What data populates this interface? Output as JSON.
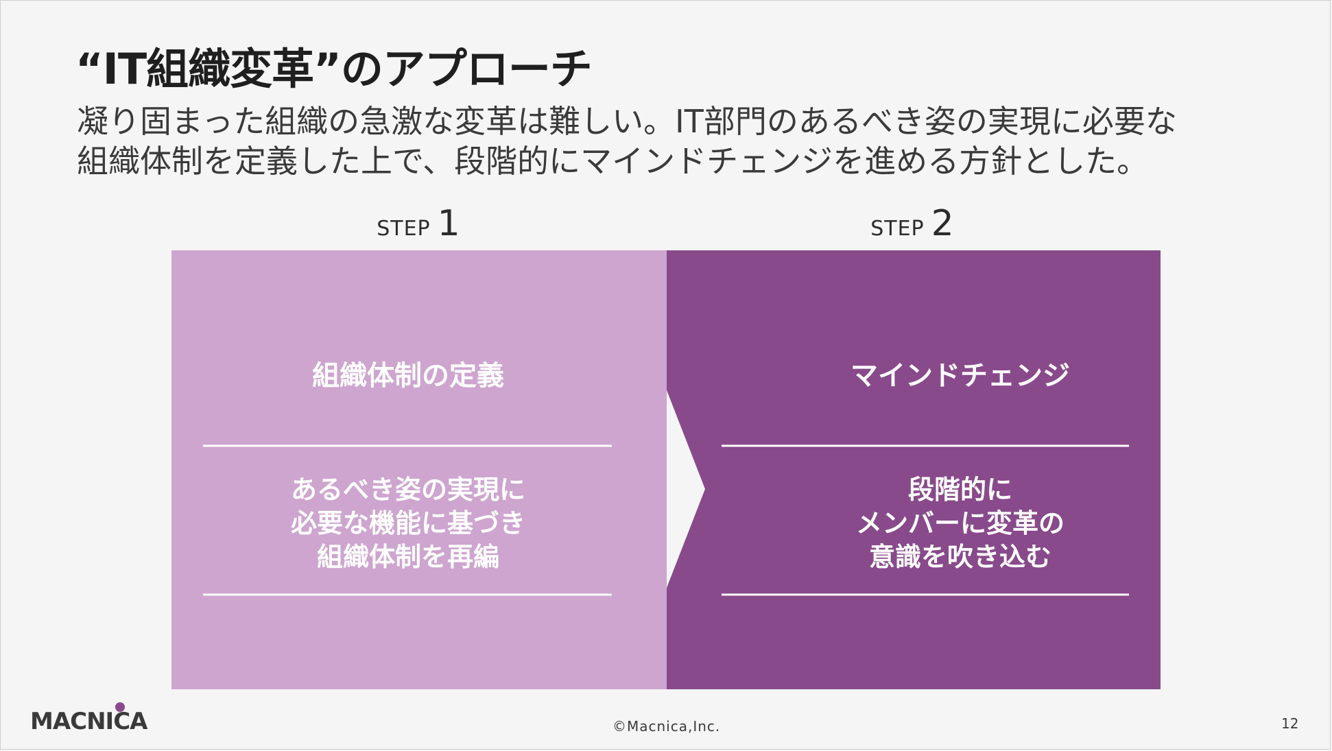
{
  "slide": {
    "title": "“IT組織変革”のアプローチ",
    "lead_line1": "凝り固まった組織の急激な変革は難しい。IT部門のあるべき姿の実現に必要な",
    "lead_line2": "組織体制を定義した上で、段階的にマインドチェンジを進める方針とした。"
  },
  "steps": [
    {
      "step_word": "STEP",
      "step_number": "1",
      "heading": "組織体制の定義",
      "body_lines": [
        "あるべき姿の実現に",
        "必要な機能に基づき",
        "組織体制を再編"
      ]
    },
    {
      "step_word": "STEP",
      "step_number": "2",
      "heading": "マインドチェンジ",
      "body_lines": [
        "段階的に",
        "メンバーに変革の",
        "意識を吹き込む"
      ]
    }
  ],
  "colors": {
    "step1_fill": "#cda5cf",
    "step2_fill": "#884a8b",
    "divider": "#ffffff"
  },
  "footer": {
    "logo_text": "MACNICA",
    "copyright": "©Macnica,Inc.",
    "page_number": "12"
  }
}
